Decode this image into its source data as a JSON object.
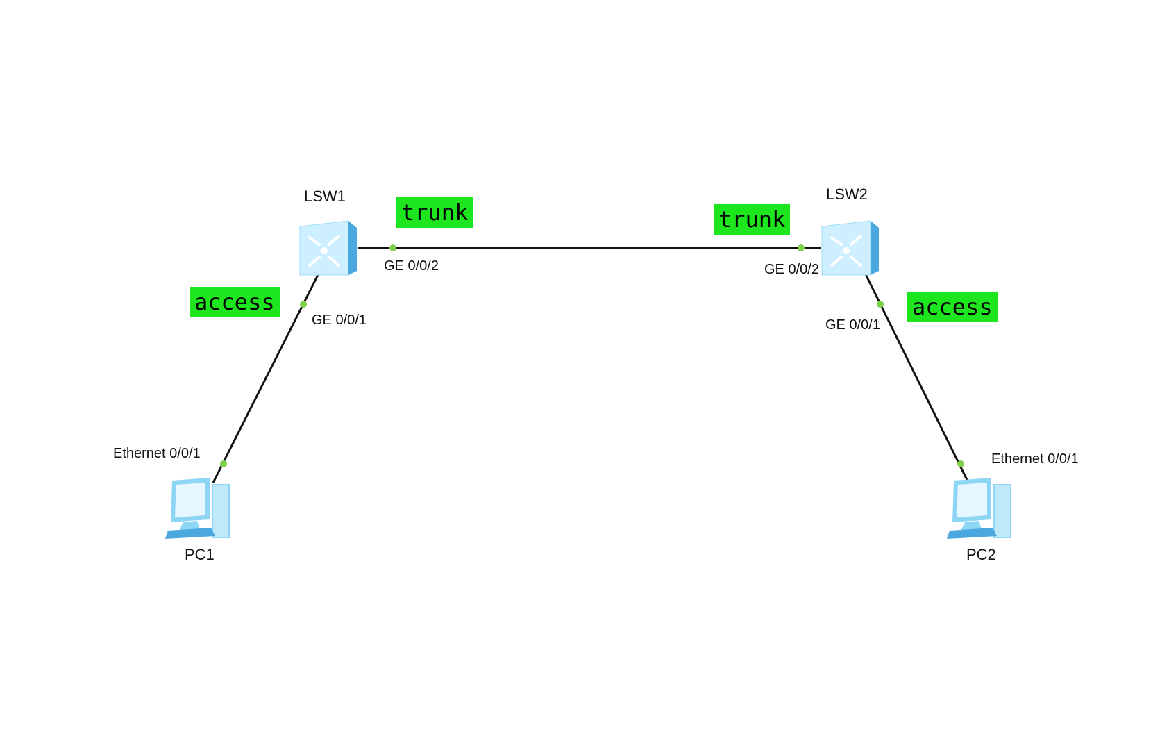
{
  "colors": {
    "link": "#111111",
    "port_dot": "#7fd14b",
    "tag_bg": "#1ee61e",
    "device_light": "#cdefff",
    "device_mid": "#8fd6f6",
    "device_dark": "#4aa8df"
  },
  "devices": {
    "lsw1": {
      "name": "LSW1",
      "icon": "switch-icon"
    },
    "lsw2": {
      "name": "LSW2",
      "icon": "switch-icon"
    },
    "pc1": {
      "name": "PC1",
      "icon": "pc-icon"
    },
    "pc2": {
      "name": "PC2",
      "icon": "pc-icon"
    }
  },
  "ports": {
    "lsw1_ge002": "GE 0/0/2",
    "lsw1_ge001": "GE 0/0/1",
    "lsw2_ge002": "GE 0/0/2",
    "lsw2_ge001": "GE 0/0/1",
    "pc1_eth": "Ethernet 0/0/1",
    "pc2_eth": "Ethernet 0/0/1"
  },
  "link_modes": {
    "lsw1_trunk": "trunk",
    "lsw2_trunk": "trunk",
    "lsw1_access": "access",
    "lsw2_access": "access"
  }
}
